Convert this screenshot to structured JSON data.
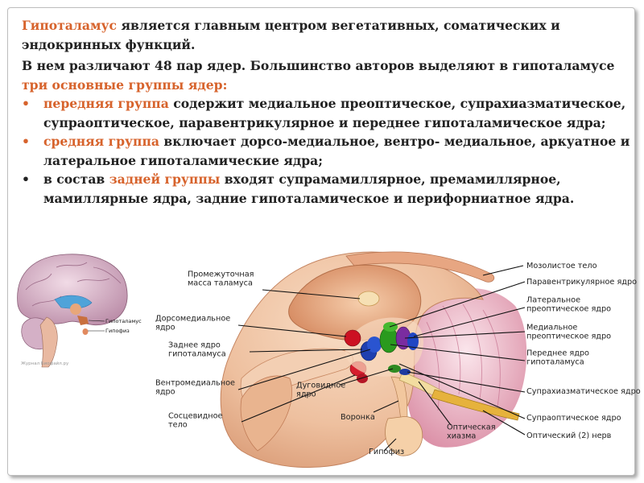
{
  "intro": {
    "line1_highlight": "Гипоталамус",
    "line1_rest": " является главным центром вегетативных, соматических и эндокринных функций.",
    "line2": "В нем различают 48 пар ядер. Большинство авторов выделяют в гипоталамусе",
    "line3_highlight": "три основные группы ядер:"
  },
  "bullets": [
    {
      "bullet": "•",
      "highlight_before": "передняя группа",
      "text": " содержит медиальное преоптическое, супрахиазматическое, супраоптическое, паравентрикулярное и переднее гипоталамическое ядра;"
    },
    {
      "bullet": "•",
      "highlight_before": "средняя группа",
      "text": " включает дорсо-медиальное, вентро- медиальное, аркуатное и латеральное гипоталамические ядра;"
    },
    {
      "bullet": "•",
      "text_before": "в состав ",
      "highlight_middle": "задней группы",
      "text": " входят супрамамиллярное, премамиллярное, мамиллярные ядра, задние гипоталамическое и перифорниатное ядра."
    }
  ],
  "inset": {
    "label_hypothalamus": "Гипоталамус",
    "label_pituitary": "Гипофиз",
    "watermark": "Журнал Биофайл.ру"
  },
  "diagram_labels": {
    "left": [
      "Промежуточная масса таламуса",
      "Дорсомедиальное ядро",
      "Заднее ядро гипоталамуса",
      "Вентромедиальное ядро",
      "Сосцевидное тело"
    ],
    "bottom": [
      "Дуговидное ядро",
      "Воронка",
      "Гипофиз",
      "Оптическая хиазма"
    ],
    "right": [
      "Мозолистое тело",
      "Паравентрикулярное ядро",
      "Латеральное преоптическое ядро",
      "Медиальное преоптическое ядро",
      "Переднее ядро гипоталамуса",
      "Супрахиазматическое ядро",
      "Супраоптическое ядро",
      "Оптический (2) нерв"
    ]
  },
  "colors": {
    "highlight": "#d7632c",
    "text": "#222222",
    "nucleus_red": "#cc1122",
    "nucleus_blue": "#1e3fb0",
    "nucleus_green": "#2a9a1e",
    "nucleus_purple": "#7a2ca0",
    "tissue": "#eebf9d"
  }
}
